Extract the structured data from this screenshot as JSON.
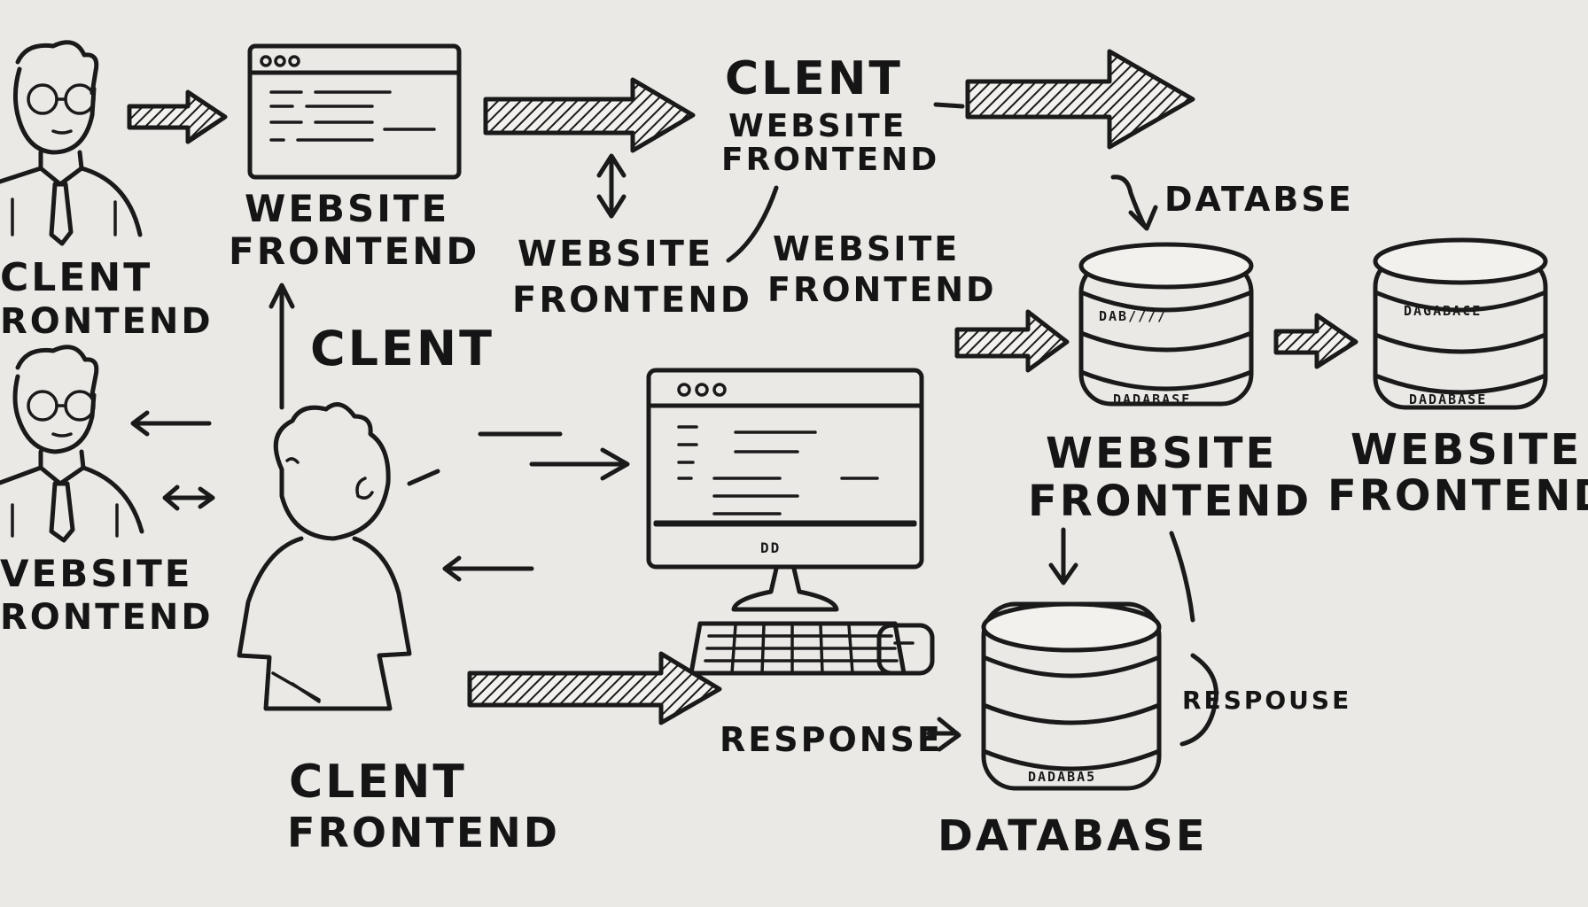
{
  "labels": {
    "top_client_title": "CLENT",
    "top_client_l1": "WEBSITE",
    "top_client_l2": "FRONTEND",
    "database_misspelled": "DATABSE",
    "browser_l1": "WEBSITE",
    "browser_l2": "FRONTEND",
    "mid_left_l1": "WEBSITE",
    "mid_left_l2": "FRONTEND",
    "mid_right_l1": "WEBSITE",
    "mid_right_l2": "FRONTEND",
    "left_person1_l1": "CLENT",
    "left_person1_l2": "RONTEND",
    "clent_center": "CLENT",
    "left_person2_l1": "VEBSITE",
    "left_person2_l2": "RONTEND",
    "db1_l1": "WEBSITE",
    "db1_l2": "FRONTEND",
    "db2_l1": "WEBSITE",
    "db2_l2": "FRONTEND",
    "response_right": "RESPOUSE",
    "response_left": "RESPONSE",
    "client_bottom_l1": "CLENT",
    "client_bottom_l2": "FRONTEND",
    "database_bottom": "DATABASE"
  },
  "db_disc_text": {
    "db1_top": "DAB////",
    "db1_bottom": "DADABASE",
    "db2_top": "DAGABACE",
    "db2_bottom": "DADABASE",
    "db3_bottom": "DADABA5"
  },
  "monitor": {
    "logo": "DD"
  }
}
